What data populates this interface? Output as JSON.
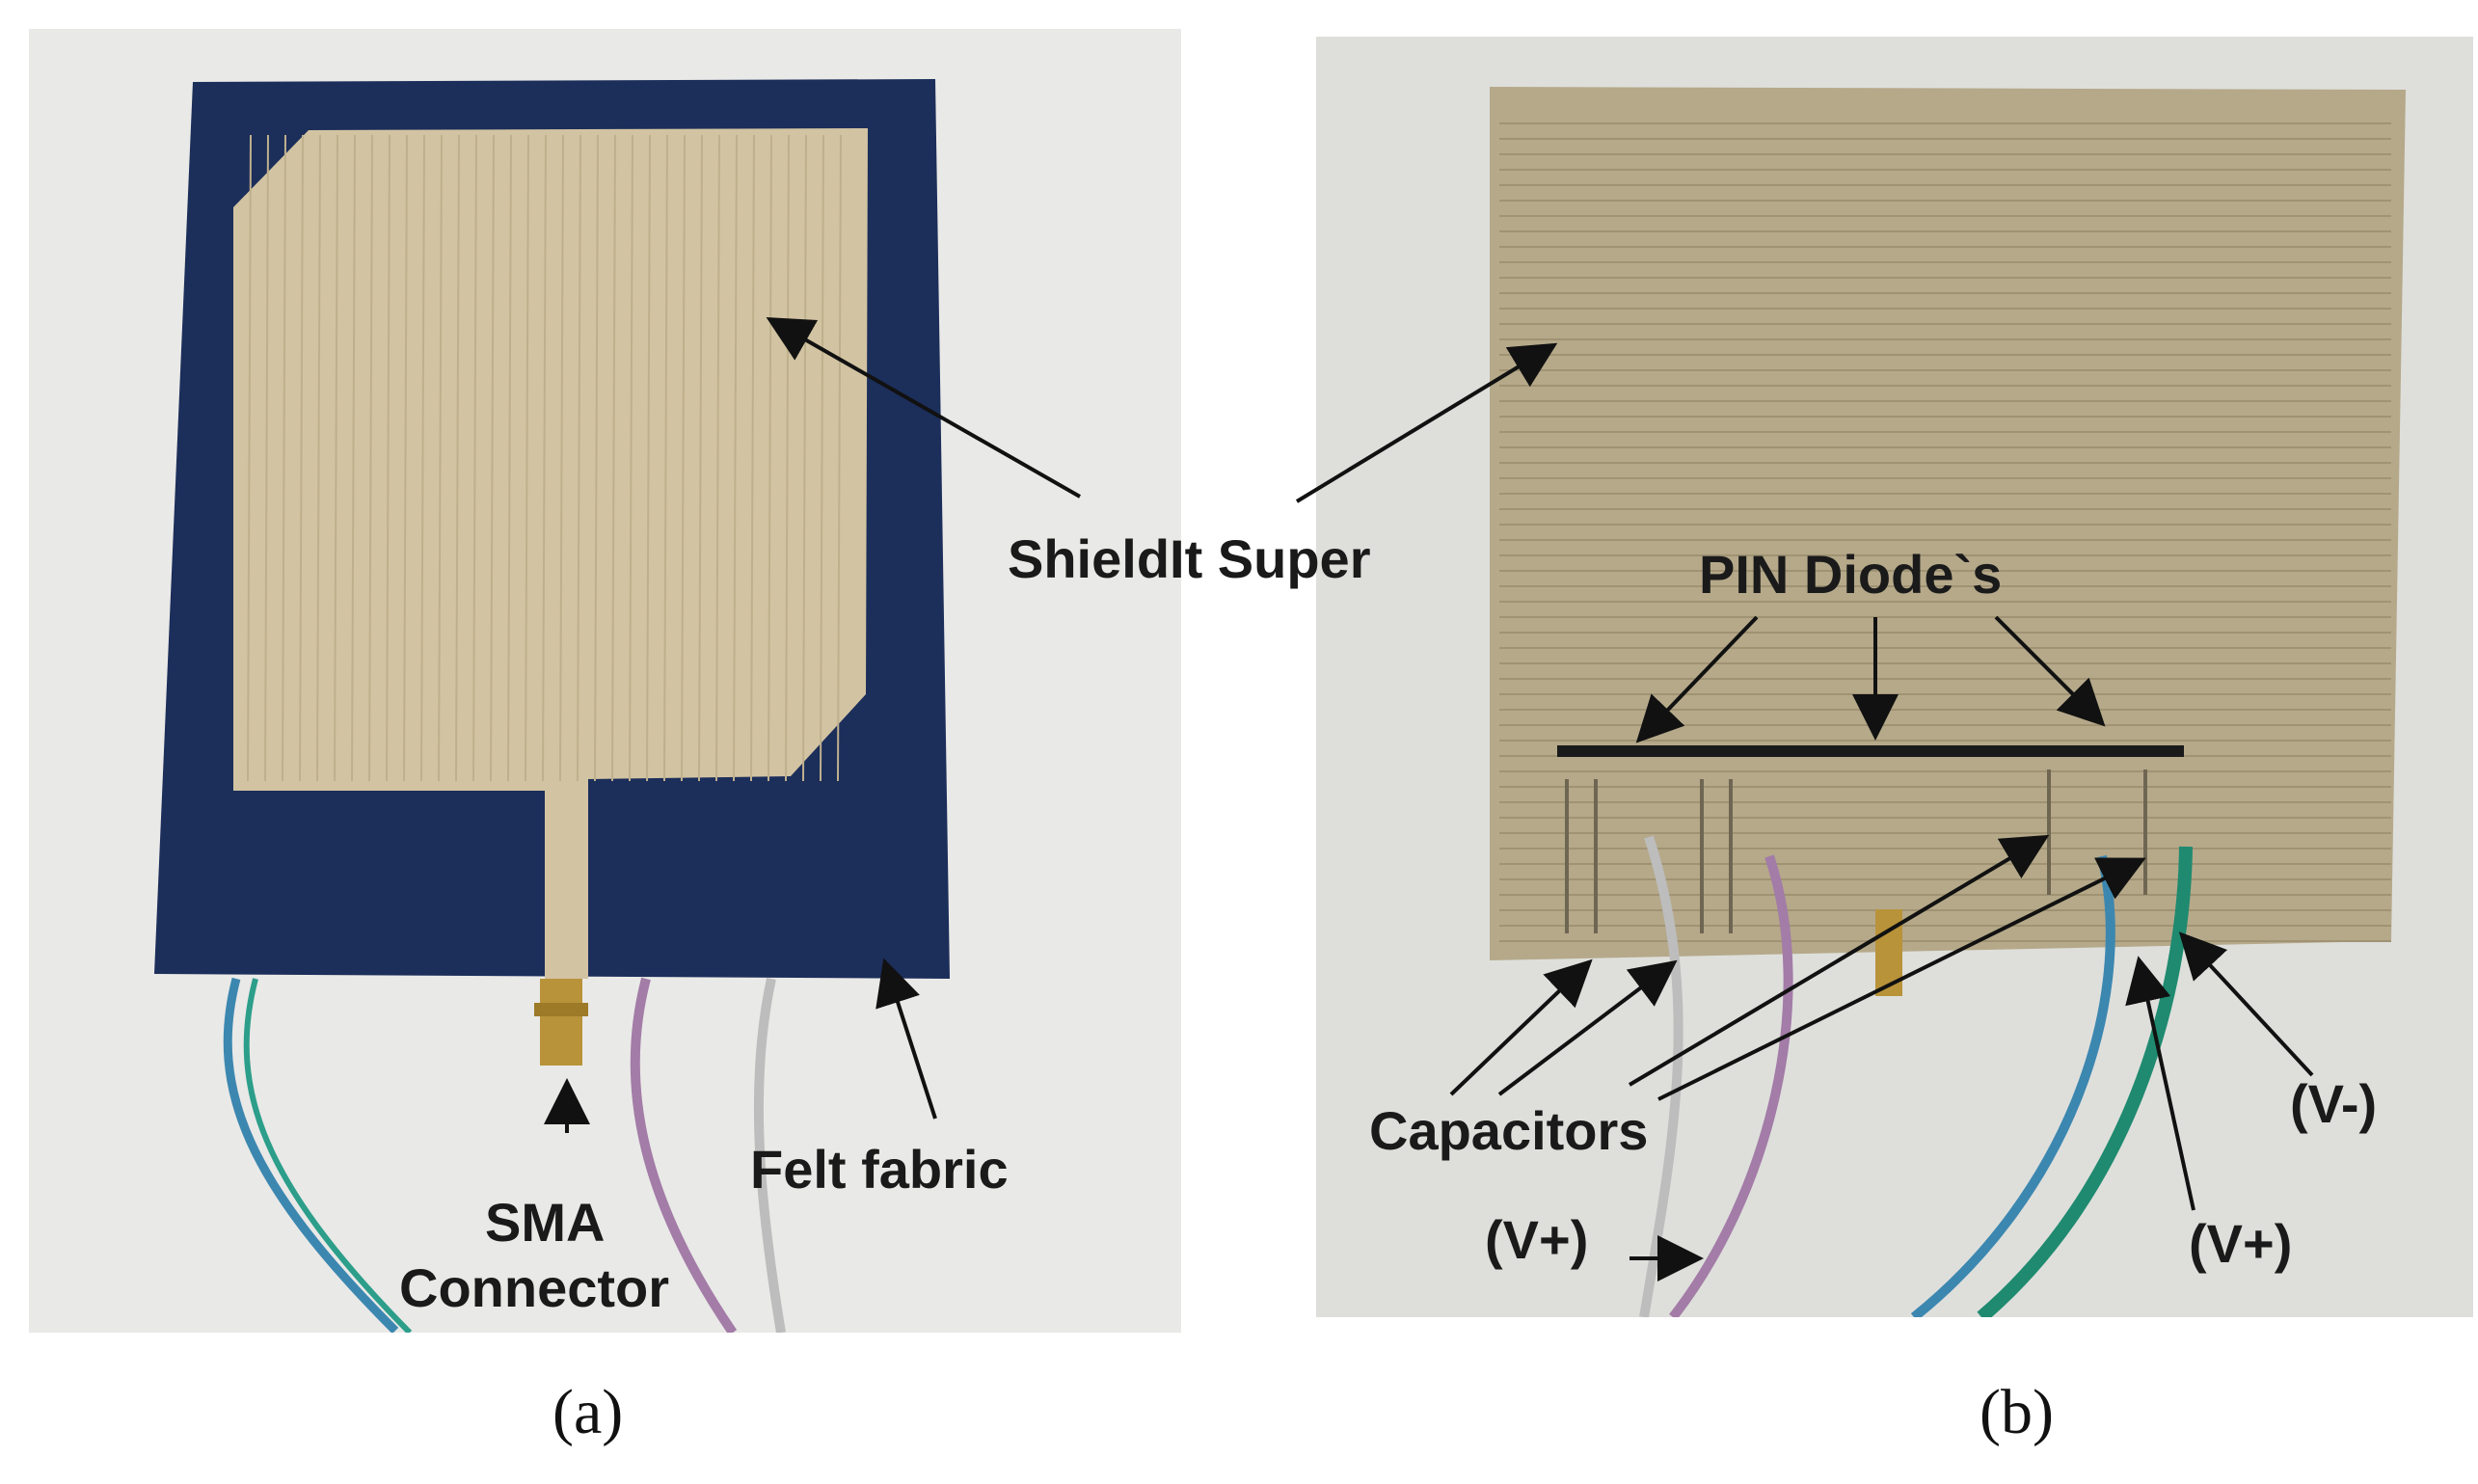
{
  "figure": {
    "panels": [
      {
        "id": "a",
        "caption": "(a)",
        "labels": {
          "shieldit": "ShieldIt Super",
          "sma_line1": "SMA",
          "sma_line2": "Connector",
          "felt": "Felt fabric"
        },
        "colors": {
          "felt": "#1c2e5a",
          "conductive_fabric": "#d2c3a2",
          "background": "#e9e9e7"
        }
      },
      {
        "id": "b",
        "caption": "(b)",
        "labels": {
          "pin_diodes": "PIN Diode`s",
          "capacitors": "Capacitors",
          "v_plus_left": "(V+)",
          "v_plus_right": "(V+)",
          "v_minus": "(V-)"
        },
        "colors": {
          "conductive_fabric": "#b5a98a",
          "background": "#dedfdb"
        }
      }
    ]
  }
}
